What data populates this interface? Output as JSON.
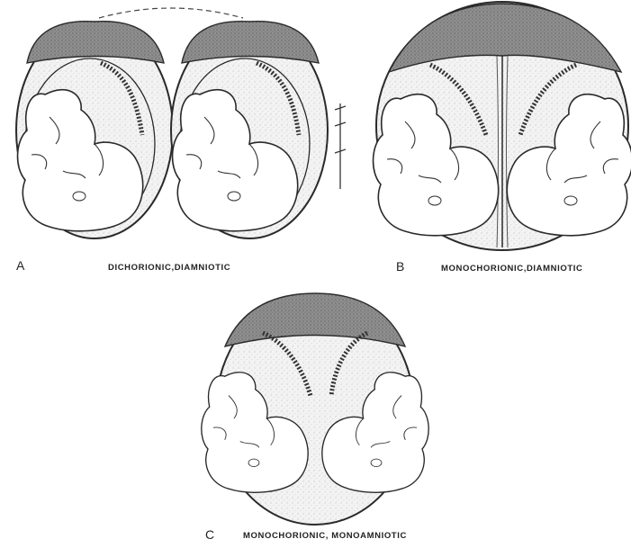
{
  "panels": [
    {
      "letter": "A",
      "caption": "DICHORIONIC,DIAMNIOTIC"
    },
    {
      "letter": "B",
      "caption": "MONOCHORIONIC,DIAMNIOTIC"
    },
    {
      "letter": "C",
      "caption": "MONOCHORIONIC, MONOAMNIOTIC"
    }
  ],
  "colors": {
    "outline": "#2a2a2a",
    "placenta": "#8f8f8f",
    "sac_fill": "#f1f1f1",
    "background": "#ffffff"
  }
}
